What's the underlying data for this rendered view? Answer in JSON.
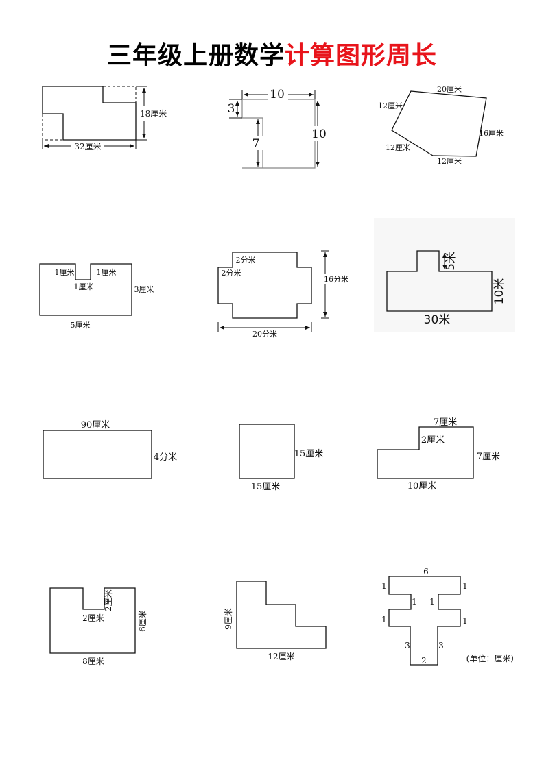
{
  "title": {
    "black": "三年级上册数学",
    "red": "计算图形周长"
  },
  "figures": {
    "f1": {
      "height": "18厘米",
      "width": "32厘米"
    },
    "f2": {
      "top": "10",
      "step": "3",
      "lower": "7",
      "right": "10"
    },
    "f3": {
      "top": "20厘米",
      "upper_left": "12厘米",
      "lower_left": "12厘米",
      "bottom": "12厘米",
      "right": "16厘米"
    },
    "f4": {
      "left_top": "1厘米",
      "right_top": "1厘米",
      "notch_bottom": "1厘米",
      "side": "3厘米",
      "bottom": "5厘米"
    },
    "f5": {
      "corner_top": "2分米",
      "corner_left": "2分米",
      "height": "16分米",
      "width": "20分米"
    },
    "f6": {
      "notch": "5米",
      "side": "10米",
      "bottom": "30米"
    },
    "f7": {
      "top": "90厘米",
      "side": "4分米"
    },
    "f8": {
      "side": "15厘米",
      "bottom": "15厘米"
    },
    "f9": {
      "top": "7厘米",
      "step": "2厘米",
      "side": "7厘米",
      "bottom": "10厘米"
    },
    "f10": {
      "notch_side": "2厘米",
      "notch_width": "2厘米",
      "side": "6厘米",
      "bottom": "8厘米"
    },
    "f11": {
      "side": "9厘米",
      "bottom": "12厘米"
    },
    "f12": {
      "top": "6",
      "l1": "1",
      "r1": "1",
      "il": "1",
      "ir": "1",
      "l2": "1",
      "r2": "1",
      "sl": "3",
      "sr": "3",
      "bottom": "2",
      "unit": "(单位：厘米）"
    }
  }
}
